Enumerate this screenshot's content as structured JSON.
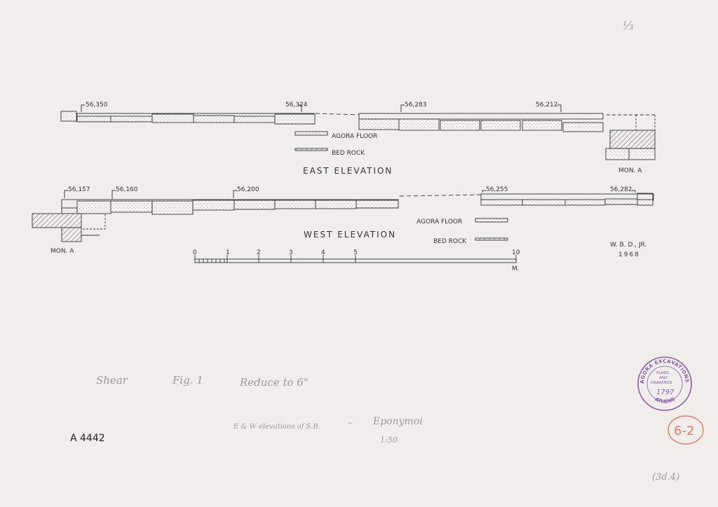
{
  "corner_mark": "⅓",
  "east": {
    "title": "EAST ELEVATION",
    "levels": [
      "56,350",
      "56,324",
      "56,283",
      "56,212"
    ],
    "agora_floor": "AGORA FLOOR",
    "bed_rock": "BED ROCK",
    "monument": "MON. A"
  },
  "west": {
    "title": "WEST ELEVATION",
    "levels": [
      "56,157",
      "56,160",
      "56,200",
      "56,255",
      "56,282"
    ],
    "agora_floor": "AGORA FLOOR",
    "bed_rock": "BED ROCK",
    "monument": "MON. A"
  },
  "scale": {
    "ticks": [
      "0",
      "1",
      "2",
      "3",
      "4",
      "5",
      "10"
    ],
    "unit": "M."
  },
  "credit": {
    "author": "W. B. D., JR.",
    "year": "1968"
  },
  "notes": {
    "line1": [
      "Shear",
      "Fig. 1",
      "Reduce to 6\""
    ],
    "line2": "E & W elevations of S.B.",
    "dash": "–",
    "eponymoi": "Eponymoi",
    "ratio": "1:50"
  },
  "drawing_number": "A 4442",
  "stamp": {
    "top": "AGORA EXCAVATIONS",
    "bottom": "ATHENS",
    "center": [
      "PLANS",
      "AND",
      "DRAWINGS"
    ],
    "number": "1797"
  },
  "red_mark": "6-2",
  "bottom_mark": "(3d.4)"
}
